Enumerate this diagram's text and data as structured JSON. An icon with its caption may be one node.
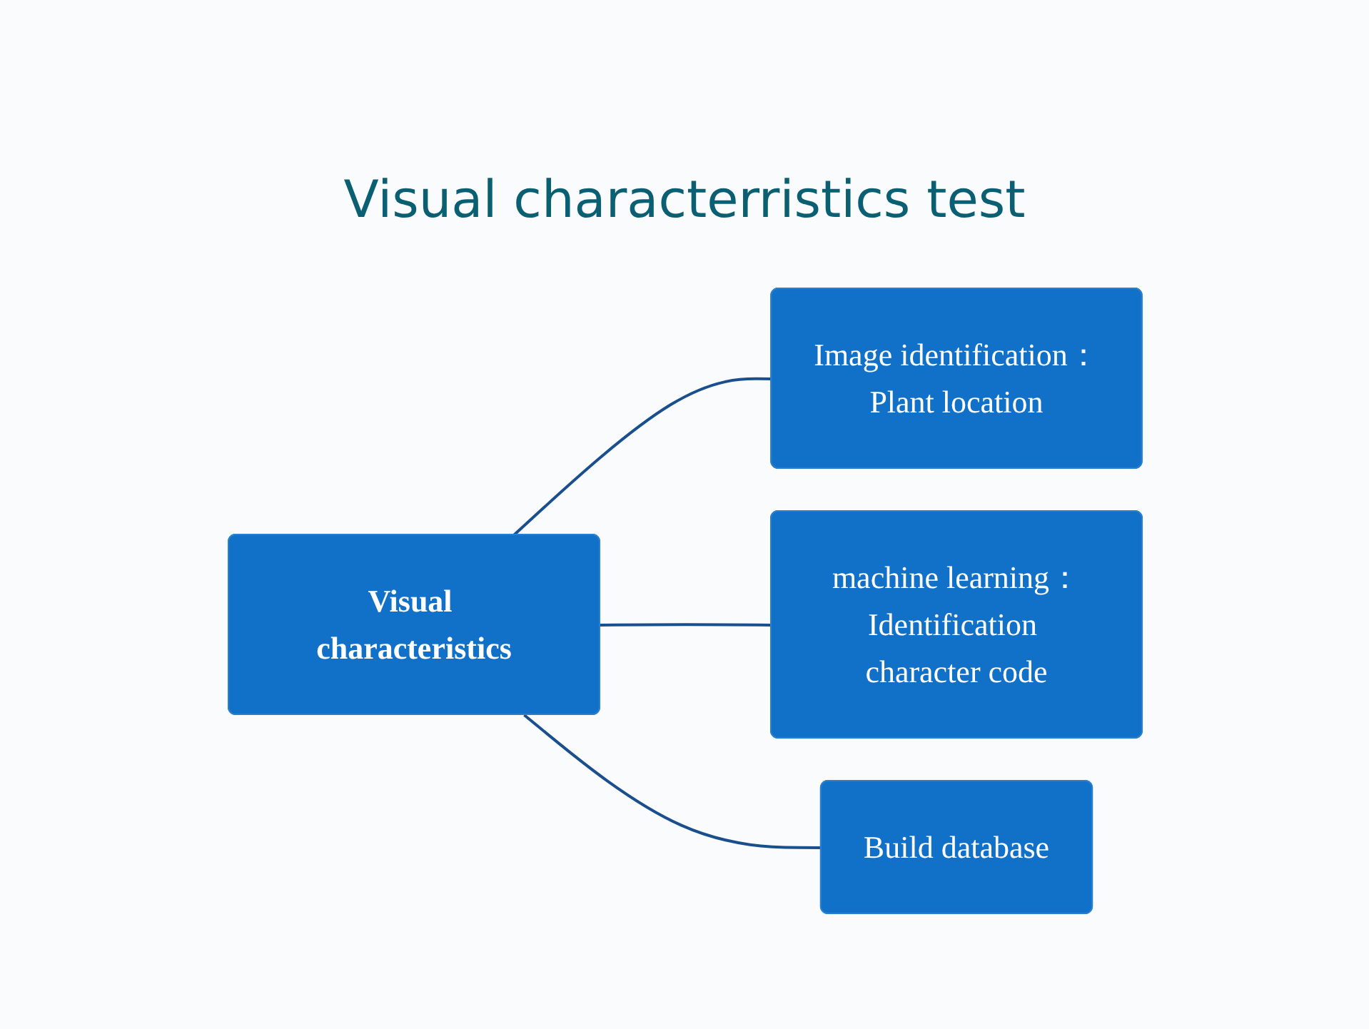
{
  "diagram": {
    "title": "Visual characterristics test",
    "nodes": [
      {
        "text": [
          "Visual characteristics"
        ]
      },
      {
        "text": [
          "Image identification：",
          "Plant location"
        ]
      },
      {
        "text": [
          "machine learning：",
          "Identification character code"
        ]
      },
      {
        "text": [
          "Build database"
        ]
      }
    ],
    "edges": [
      {
        "from": 0,
        "to": 1,
        "arrow": "none"
      },
      {
        "from": 0,
        "to": 2,
        "arrow": "none"
      },
      {
        "from": 0,
        "to": 3,
        "arrow": "none"
      }
    ]
  }
}
